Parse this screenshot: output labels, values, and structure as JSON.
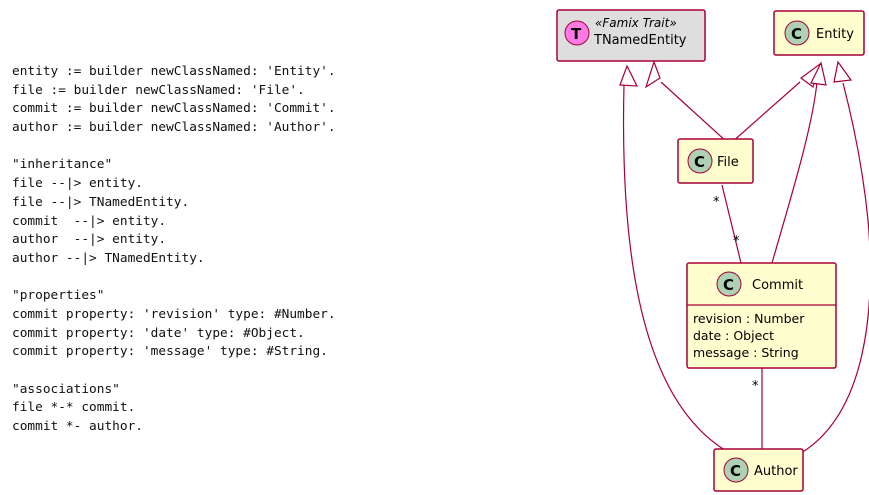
{
  "code_lines": [
    "entity := builder newClassNamed: 'Entity'.",
    "file := builder newClassNamed: 'File'.",
    "commit := builder newClassNamed: 'Commit'.",
    "author := builder newClassNamed: 'Author'.",
    "",
    "\"inheritance\"",
    "file --|> entity.",
    "file --|> TNamedEntity.",
    "commit  --|> entity.",
    "author  --|> entity.",
    "author --|> TNamedEntity.",
    "",
    "\"properties\"",
    "commit property: 'revision' type: #Number.",
    "commit property: 'date' type: #Object.",
    "commit property: 'message' type: #String.",
    "",
    "\"associations\"",
    "file *-* commit.",
    "commit *- author."
  ],
  "diagram": {
    "trait": {
      "stereotype": "«Famix Trait»",
      "name": "TNamedEntity",
      "glyph": "T"
    },
    "entity": {
      "name": "Entity",
      "glyph": "C"
    },
    "file": {
      "name": "File",
      "glyph": "C"
    },
    "commit": {
      "name": "Commit",
      "glyph": "C",
      "attributes": [
        "revision : Number",
        "date : Object",
        "message : String"
      ]
    },
    "author": {
      "name": "Author",
      "glyph": "C"
    },
    "multiplicities": {
      "file_end": "*",
      "commit_end_top": "*",
      "commit_end_bottom": "*"
    }
  },
  "colors": {
    "class_fill": "#fefece",
    "trait_fill": "#dedede",
    "border": "#a80036",
    "class_glyph": "#add1b2",
    "trait_glyph": "#ff7ae5"
  }
}
